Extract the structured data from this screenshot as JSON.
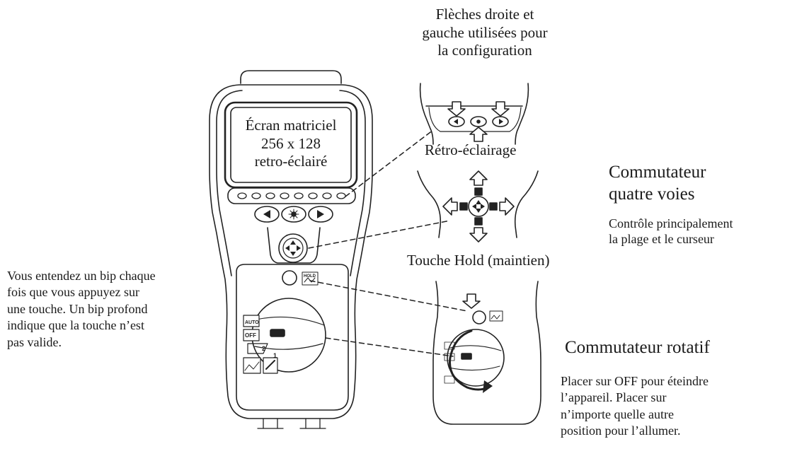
{
  "labels": {
    "arrows": "Flèches droite et\ngauche utilisées pour\nla configuration",
    "screen": "Écran matriciel\n256 x 128\nretro-éclairé",
    "backlight": "Rétro-éclairage",
    "four_way_title": "Commutateur\nquatre voies",
    "four_way_desc": "Contrôle principalement\nla plage et le curseur",
    "hold": "Touche Hold (maintien)",
    "beep": "Vous entendez un bip chaque\nfois que vous appuyez sur\nune touche. Un bip profond\nindique que la touche n’est\npas valide.",
    "rotary_title": "Commutateur rotatif",
    "rotary_desc": "Placer sur OFF pour éteindre\nl’appareil. Placer sur\nn’importe quelle autre\nposition pour l’allumer."
  },
  "device_marks": {
    "auto": "AUTO",
    "off": "OFF",
    "pos_1": "1",
    "pos_2": "2",
    "hold_tag": "HOLD"
  }
}
